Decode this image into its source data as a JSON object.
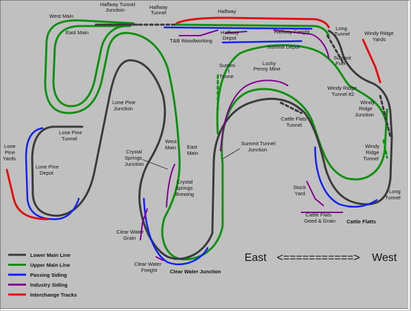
{
  "colors": {
    "lower_main": "#3a3a3a",
    "upper_main": "#109010",
    "passing": "#1020f0",
    "industry": "#800090",
    "interchange": "#e01010",
    "background": "#c0c0c0",
    "frame": "#808080"
  },
  "labels": {
    "west_main_top": "West Main",
    "east_main_top": "East Main",
    "halfway_tunnel_junction_1": "Halfway Tunnel",
    "halfway_tunnel_junction_2": "Junction",
    "halfway_tunnel_1": "Halfway",
    "halfway_tunnel_2": "Tunnel",
    "halfway": "Halfway",
    "tb_woodworking": "T&B Woodworking",
    "halfway_depot_1": "Halfway",
    "halfway_depot_2": "Depot",
    "halfway_freight": "Halfway Freight",
    "long_tunnel_top_1": "Long",
    "long_tunnel_top_2": "Tunnel",
    "windy_ridge_yards_1": "Windy Ridge",
    "windy_ridge_yards_2": "Yards",
    "summit_depot": "Summit Depot",
    "summit_tunnel_1": "Summi",
    "summit_tunnel_2": "t",
    "summit_tunnel_3": "Tunne",
    "lucky_penny_1": "Lucky",
    "lucky_penny_2": "Penny Mine",
    "summit_fuel_1": "Summit",
    "summit_fuel_2": "Fuel",
    "windy_ridge_tunnel2_1": "Windy Ridge",
    "windy_ridge_tunnel2_2": "Tunnel #2",
    "windy_ridge_junction_1": "Windy",
    "windy_ridge_junction_2": "Ridge",
    "windy_ridge_junction_3": "Junction",
    "lone_pine_junction_1": "Lone Pine",
    "lone_pine_junction_2": "Junction",
    "lone_pine_tunnel_1": "Lone Pine",
    "lone_pine_tunnel_2": "Tunnel",
    "lone_pine_yards_1": "Lone",
    "lone_pine_yards_2": "Pine",
    "lone_pine_yards_3": "Yards",
    "lone_pine_depot_1": "Lone Pine",
    "lone_pine_depot_2": "Depot",
    "cattle_flats_tunnel_1": "Cattle Flats",
    "cattle_flats_tunnel_2": "Tunnel",
    "crystal_springs_junction_1": "Crystal",
    "crystal_springs_junction_2": "Springs",
    "crystal_springs_junction_3": "Junction",
    "west_main_mid_1": "West",
    "west_main_mid_2": "Main",
    "east_main_mid_1": "East",
    "east_main_mid_2": "Main",
    "summit_tunnel_junction_1": "Summit Tunnel",
    "summit_tunnel_junction_2": "Junction",
    "windy_ridge_tunnel_1": "Windy",
    "windy_ridge_tunnel_2": "Ridge",
    "windy_ridge_tunnel_3": "Tunnel",
    "crystal_springs_brewing_1": "Crystal",
    "crystal_springs_brewing_2": "Springs",
    "crystal_springs_brewing_3": "Brewing",
    "stock_yard_1": "Stock",
    "stock_yard_2": "Yard",
    "long_tunnel_bottom_1": "Long",
    "long_tunnel_bottom_2": "Tunnel",
    "cattle_flats_feed_1": "Cattle Flats",
    "cattle_flats_feed_2": "Geed & Grain",
    "cattle_flats": "Cattle Flatts",
    "clear_water_grain_1": "Clear Water",
    "clear_water_grain_2": "Grain",
    "clear_water_freight_1": "Clear Water",
    "clear_water_freight_2": "Freight",
    "clear_water_junction": "Clear Water Junction"
  },
  "direction": {
    "east": "East",
    "arrow": "<===========>",
    "west": "West"
  },
  "legend": [
    {
      "label": "Lower Main Line",
      "color": "#3a3a3a"
    },
    {
      "label": "Upper Main Line",
      "color": "#109010"
    },
    {
      "label": "Passing Siding",
      "color": "#1020f0"
    },
    {
      "label": "Industry Siding",
      "color": "#800090"
    },
    {
      "label": "Interchange Tracks",
      "color": "#e01010"
    }
  ]
}
